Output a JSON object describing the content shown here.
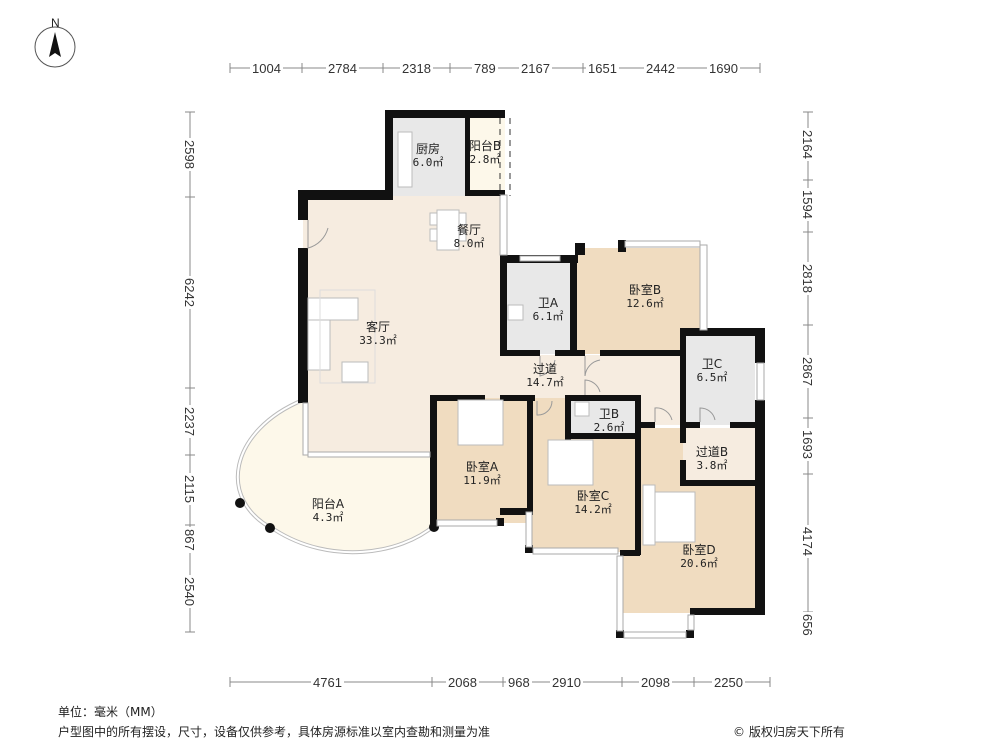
{
  "compass": {
    "label": "N"
  },
  "dimensions": {
    "top": [
      "1004",
      "2784",
      "2318",
      "789",
      "2167",
      "1651",
      "2442",
      "1690"
    ],
    "bottom": [
      "4761",
      "2068",
      "968",
      "2910",
      "2098",
      "2250"
    ],
    "left": [
      "2598",
      "6242",
      "2237",
      "2115",
      "867",
      "2540"
    ],
    "right": [
      "2164",
      "1594",
      "2818",
      "2867",
      "1693",
      "4174",
      "656"
    ]
  },
  "rooms": [
    {
      "id": "kitchen",
      "name": "厨房",
      "area": "6.0㎡"
    },
    {
      "id": "balcony-b",
      "name": "阳台B",
      "area": "2.8㎡"
    },
    {
      "id": "dining",
      "name": "餐厅",
      "area": "8.0㎡"
    },
    {
      "id": "living",
      "name": "客厅",
      "area": "33.3㎡"
    },
    {
      "id": "bath-a",
      "name": "卫A",
      "area": "6.1㎡"
    },
    {
      "id": "bedroom-b",
      "name": "卧室B",
      "area": "12.6㎡"
    },
    {
      "id": "corridor",
      "name": "过道",
      "area": "14.7㎡"
    },
    {
      "id": "bath-c",
      "name": "卫C",
      "area": "6.5㎡"
    },
    {
      "id": "bath-b",
      "name": "卫B",
      "area": "2.6㎡"
    },
    {
      "id": "corridor-b",
      "name": "过道B",
      "area": "3.8㎡"
    },
    {
      "id": "bedroom-a",
      "name": "卧室A",
      "area": "11.9㎡"
    },
    {
      "id": "bedroom-c",
      "name": "卧室C",
      "area": "14.2㎡"
    },
    {
      "id": "bedroom-d",
      "name": "卧室D",
      "area": "20.6㎡"
    },
    {
      "id": "balcony-a",
      "name": "阳台A",
      "area": "4.3㎡"
    }
  ],
  "colors": {
    "wall": "#111111",
    "living_floor": "#f6ece0",
    "bedroom_floor": "#f0dcc0",
    "wet_floor": "#e8e8e8",
    "balcony_floor": "#fdf8ea"
  },
  "footer": {
    "unit": "单位：毫米（MM）",
    "disclaimer": "户型图中的所有摆设，尺寸，设备仅供参考，具体房源标准以室内查勘和测量为准",
    "copyright": "© 版权归房天下所有"
  }
}
